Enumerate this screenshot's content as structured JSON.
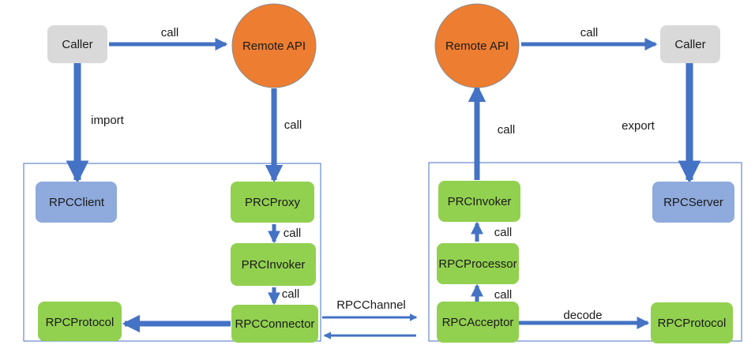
{
  "colors": {
    "gray_node": "#d9d9d9",
    "orange_node": "#ed7d31",
    "blue_node": "#8faadc",
    "green_node": "#92d050",
    "arrow": "#4472c4",
    "frame": "#4472c4"
  },
  "nodes": {
    "left_caller": "Caller",
    "left_remote_api": "Remote API",
    "rpc_client": "RPCClient",
    "left_proxy": "PRCProxy",
    "left_invoker": "PRCInvoker",
    "left_protocol": "RPCProtocol",
    "left_connector": "RPCConnector",
    "right_remote_api": "Remote API",
    "right_caller": "Caller",
    "right_invoker": "PRCInvoker",
    "rpc_server": "RPCServer",
    "right_processor": "RPCProcessor",
    "right_acceptor": "RPCAcceptor",
    "right_protocol": "RPCProtocol"
  },
  "edges": {
    "left_call_top": "call",
    "import": "import",
    "left_call_down": "call",
    "proxy_to_invoker": "call",
    "invoker_to_connector": "call",
    "channel": "RPCChannel",
    "right_call_top": "call",
    "right_call_up": "call",
    "export": "export",
    "processor_to_invoker": "call",
    "acceptor_to_processor": "call",
    "decode": "decode"
  }
}
